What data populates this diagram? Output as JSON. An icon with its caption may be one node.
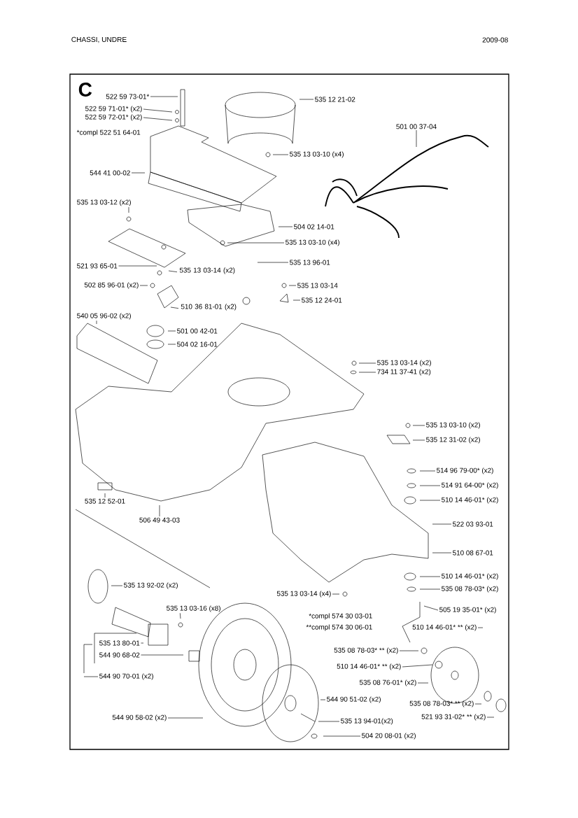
{
  "diagram": {
    "title": "CHASSI, UNDRE",
    "nodes": [
      {
        "text": [
          "522 59 73-01*"
        ]
      },
      {
        "text": [
          "522 59 71-01* (x2)"
        ]
      },
      {
        "text": [
          "522 59 72-01* (x2)"
        ]
      },
      {
        "text": [
          "535 12 21-02"
        ]
      },
      {
        "text": [
          "501 00 37-04"
        ]
      },
      {
        "text": [
          "535 13 03-10 (x4)"
        ]
      },
      {
        "text": [
          "544 41 00-02"
        ]
      },
      {
        "text": [
          "535 13 03-12 (x2)"
        ]
      },
      {
        "text": [
          "504 02 14-01"
        ]
      },
      {
        "text": [
          "535 13 03-10 (x4)"
        ]
      },
      {
        "text": [
          "535 13 96-01"
        ]
      },
      {
        "text": [
          "521 93 65-01"
        ]
      },
      {
        "text": [
          "535 13 03-14 (x2)"
        ]
      },
      {
        "text": [
          "502 85 96-01 (x2)"
        ]
      },
      {
        "text": [
          "535 13 03-14"
        ]
      },
      {
        "text": [
          "535 12 24-01"
        ]
      },
      {
        "text": [
          "510 36 81-01 (x2)"
        ]
      },
      {
        "text": [
          "540 05 96-02 (x2)"
        ]
      },
      {
        "text": [
          "501 00 42-01"
        ]
      },
      {
        "text": [
          "504 02 16-01"
        ]
      },
      {
        "text": [
          "535 13 03-14 (x2)"
        ]
      },
      {
        "text": [
          "734 11 37-41 (x2)"
        ]
      },
      {
        "text": [
          "535 13 03-10 (x2)"
        ]
      },
      {
        "text": [
          "535 12 31-02 (x2)"
        ]
      },
      {
        "text": [
          "514 96 79-00* (x2)"
        ]
      },
      {
        "text": [
          "514 91 64-00* (x2)"
        ]
      },
      {
        "text": [
          "510 14 46-01* (x2)"
        ]
      },
      {
        "text": [
          "535 12 52-01"
        ]
      },
      {
        "text": [
          "506 49 43-03"
        ]
      },
      {
        "text": [
          "522 03 93-01"
        ]
      },
      {
        "text": [
          "510 08 67-01"
        ]
      },
      {
        "text": [
          "535 13 92-02 (x2)"
        ]
      },
      {
        "text": [
          "510 14 46-01* (x2)"
        ]
      },
      {
        "text": [
          "535 08 78-03* (x2)"
        ]
      },
      {
        "text": [
          "535 13 03-14 (x4)"
        ]
      },
      {
        "text": [
          "535 13 03-16 (x8)"
        ]
      },
      {
        "text": [
          "505 19 35-01* (x2)"
        ]
      },
      {
        "text": [
          "535 13 80-01"
        ]
      },
      {
        "text": [
          "510 14 46-01* ** (x2)"
        ]
      },
      {
        "text": [
          "544 90 68-02"
        ]
      },
      {
        "text": [
          "535 08 78-03* ** (x2)"
        ]
      },
      {
        "text": [
          "510 14 46-01* ** (x2)"
        ]
      },
      {
        "text": [
          "544 90 70-01 (x2)"
        ]
      },
      {
        "text": [
          "535 08 76-01* (x2)"
        ]
      },
      {
        "text": [
          "535 08 78-03* ** (x2)"
        ]
      },
      {
        "text": [
          "544 90 51-02 (x2)"
        ]
      },
      {
        "text": [
          "521 93 31-02* ** (x2)"
        ]
      },
      {
        "text": [
          "544 90 58-02 (x2)"
        ]
      },
      {
        "text": [
          "535 13 94-01(x2)"
        ]
      },
      {
        "text": [
          "504 20 08-01 (x2)"
        ]
      }
    ],
    "edges": [
      {
        "from": 0,
        "to": null,
        "arrow": "none"
      },
      {
        "from": 1,
        "to": null,
        "arrow": "none"
      },
      {
        "from": 2,
        "to": null,
        "arrow": "none"
      },
      {
        "from": 3,
        "to": null,
        "arrow": "none"
      },
      {
        "from": 4,
        "to": null,
        "arrow": "none"
      },
      {
        "from": 5,
        "to": null,
        "arrow": "none"
      },
      {
        "from": 6,
        "to": null,
        "arrow": "none"
      },
      {
        "from": 7,
        "to": null,
        "arrow": "none"
      },
      {
        "from": 8,
        "to": null,
        "arrow": "none"
      },
      {
        "from": 9,
        "to": null,
        "arrow": "none"
      },
      {
        "from": 10,
        "to": null,
        "arrow": "none"
      },
      {
        "from": 11,
        "to": null,
        "arrow": "none"
      },
      {
        "from": 12,
        "to": null,
        "arrow": "none"
      },
      {
        "from": 13,
        "to": null,
        "arrow": "none"
      },
      {
        "from": 14,
        "to": null,
        "arrow": "none"
      },
      {
        "from": 15,
        "to": null,
        "arrow": "none"
      },
      {
        "from": 16,
        "to": null,
        "arrow": "none"
      },
      {
        "from": 17,
        "to": null,
        "arrow": "none"
      },
      {
        "from": 18,
        "to": null,
        "arrow": "none"
      },
      {
        "from": 19,
        "to": null,
        "arrow": "none"
      },
      {
        "from": 20,
        "to": null,
        "arrow": "none"
      },
      {
        "from": 21,
        "to": null,
        "arrow": "none"
      },
      {
        "from": 22,
        "to": null,
        "arrow": "none"
      },
      {
        "from": 23,
        "to": null,
        "arrow": "none"
      },
      {
        "from": 24,
        "to": null,
        "arrow": "none"
      },
      {
        "from": 25,
        "to": null,
        "arrow": "none"
      },
      {
        "from": 26,
        "to": null,
        "arrow": "none"
      },
      {
        "from": 27,
        "to": null,
        "arrow": "none"
      },
      {
        "from": 28,
        "to": null,
        "arrow": "none"
      },
      {
        "from": 29,
        "to": null,
        "arrow": "none"
      },
      {
        "from": 30,
        "to": null,
        "arrow": "none"
      },
      {
        "from": 31,
        "to": null,
        "arrow": "none"
      },
      {
        "from": 32,
        "to": null,
        "arrow": "none"
      },
      {
        "from": 33,
        "to": null,
        "arrow": "none"
      },
      {
        "from": 34,
        "to": null,
        "arrow": "none"
      },
      {
        "from": 35,
        "to": null,
        "arrow": "none"
      },
      {
        "from": 36,
        "to": null,
        "arrow": "none"
      },
      {
        "from": 37,
        "to": null,
        "arrow": "none"
      },
      {
        "from": 38,
        "to": null,
        "arrow": "none"
      },
      {
        "from": 39,
        "to": null,
        "arrow": "none"
      },
      {
        "from": 40,
        "to": null,
        "arrow": "none"
      },
      {
        "from": 41,
        "to": null,
        "arrow": "none"
      },
      {
        "from": 42,
        "to": null,
        "arrow": "none"
      },
      {
        "from": 43,
        "to": null,
        "arrow": "none"
      },
      {
        "from": 44,
        "to": null,
        "arrow": "none"
      },
      {
        "from": 45,
        "to": null,
        "arrow": "none"
      },
      {
        "from": 46,
        "to": null,
        "arrow": "none"
      },
      {
        "from": 47,
        "to": null,
        "arrow": "none"
      },
      {
        "from": 48,
        "to": null,
        "arrow": "none"
      },
      {
        "from": 49,
        "to": null,
        "arrow": "none"
      }
    ],
    "labels": [
      "2009-08",
      "C",
      "*compl 522 51 64-01",
      "*compl 574 30 03-01",
      "**compl 574 30 06-01"
    ]
  }
}
